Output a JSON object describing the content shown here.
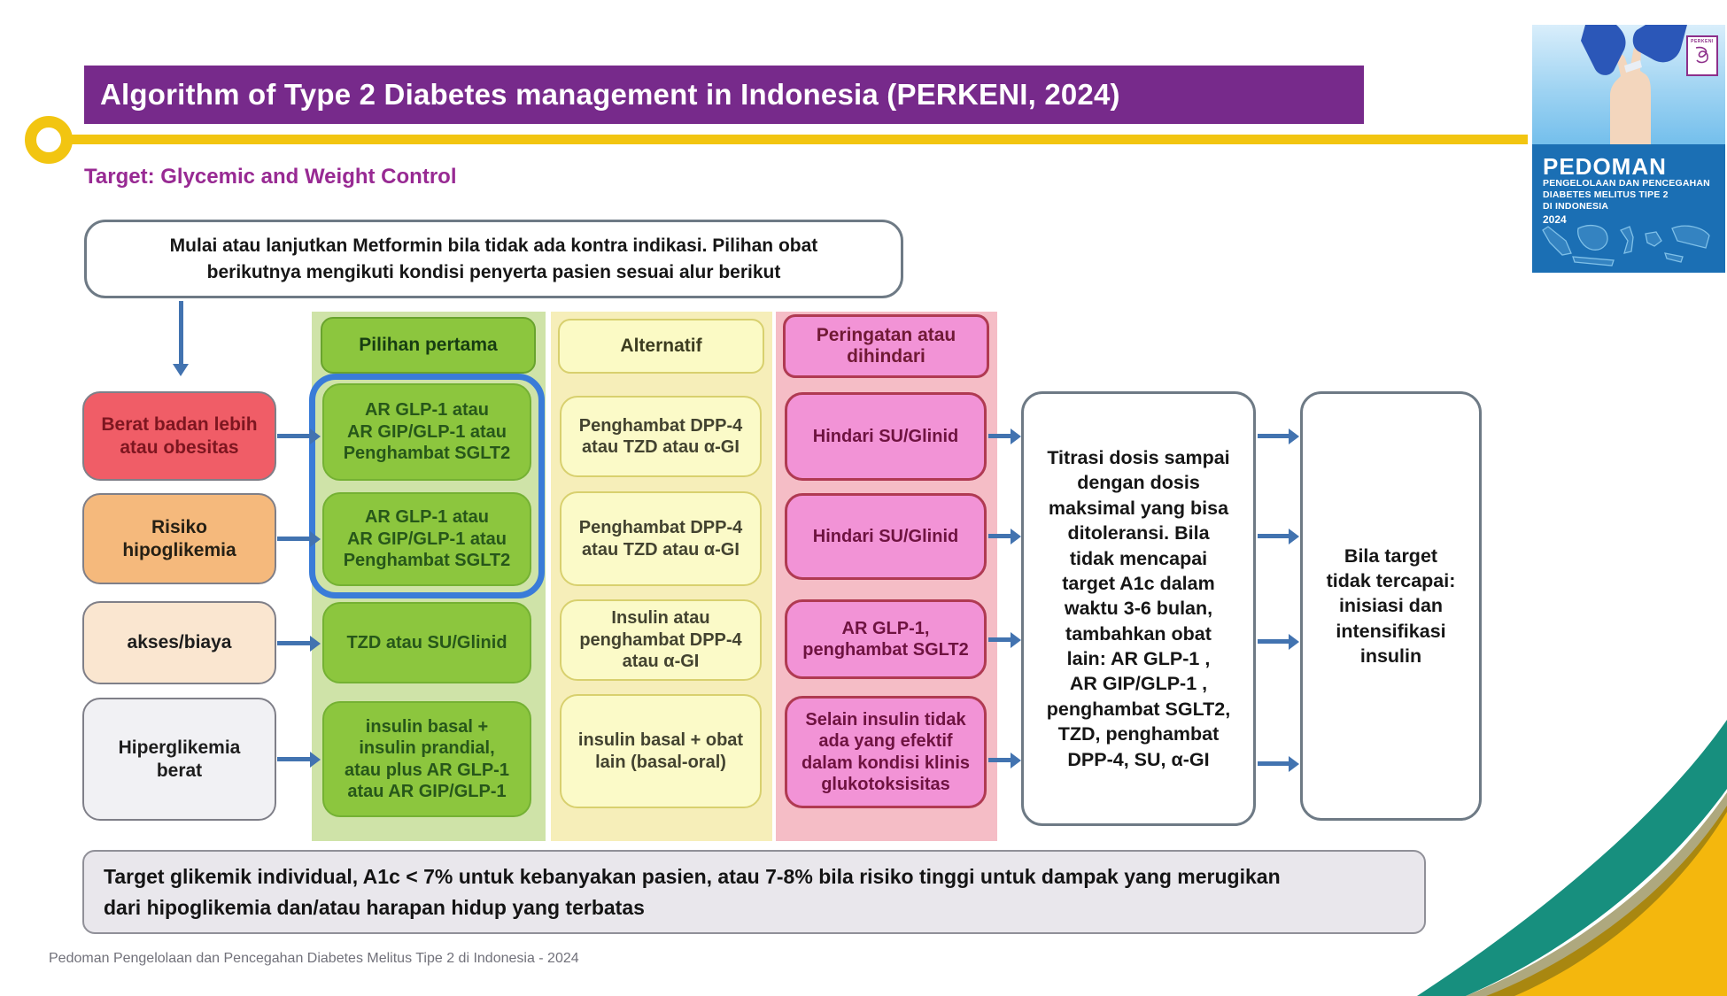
{
  "slide": {
    "title": "Algorithm of Type 2 Diabetes management in Indonesia (PERKENI, 2024)",
    "subtitle": "Target: Glycemic and Weight Control",
    "footer": "Pedoman Pengelolaan dan Pencegahan Diabetes Melitus Tipe 2 di Indonesia - 2024"
  },
  "flowchart": {
    "intro": "Mulai atau lanjutkan Metformin bila tidak ada kontra indikasi. Pilihan obat\nberikutnya mengikuti kondisi penyerta pasien  sesuai alur berikut",
    "headers": {
      "first_choice": "Pilihan pertama",
      "alternative": "Alternatif",
      "warning": "Peringatan atau\ndihindari"
    },
    "rows": [
      {
        "condition": "Berat badan lebih\natau obesitas",
        "first_choice": "AR GLP-1  atau\nAR GIP/GLP-1 atau\nPenghambat SGLT2",
        "alternative": "Penghambat DPP-4\natau TZD atau α-GI",
        "warning": "Hindari SU/Glinid"
      },
      {
        "condition": "Risiko\nhipoglikemia",
        "first_choice": "AR GLP-1 atau\nAR GIP/GLP-1 atau\nPenghambat SGLT2",
        "alternative": "Penghambat DPP-4\natau TZD atau α-GI",
        "warning": "Hindari SU/Glinid"
      },
      {
        "condition": "akses/biaya",
        "first_choice": "TZD atau SU/Glinid",
        "alternative": "Insulin atau\npenghambat DPP-4\natau α-GI",
        "warning": "AR GLP-1,\npenghambat SGLT2"
      },
      {
        "condition": "Hiperglikemia\nberat",
        "first_choice": "insulin basal +\ninsulin prandial,\natau plus AR GLP-1\natau AR GIP/GLP-1",
        "alternative": "insulin basal + obat\nlain (basal-oral)",
        "warning": "Selain insulin tidak\nada yang efektif\ndalam kondisi klinis\nglukotoksisitas"
      }
    ],
    "titration": "Titrasi dosis sampai\ndengan dosis\nmaksimal yang bisa\nditoleransi.  Bila\ntidak mencapai\ntarget A1c dalam\nwaktu 3-6 bulan,\ntambahkan obat\nlain: AR GLP-1 ,\nAR GIP/GLP-1 ,\npenghambat SGLT2,\nTZD, penghambat\nDPP-4, SU, α-GI",
    "escalation": "Bila target\ntidak tercapai:\ninisiasi dan\nintensifikasi\ninsulin",
    "note": "Target glikemik individual, A1c < 7% untuk kebanyakan pasien, atau 7-8% bila risiko tinggi untuk dampak yang merugikan\ndari hipoglikemia dan/atau harapan hidup yang terbatas"
  },
  "book_cover": {
    "logo": "PERKENI",
    "heading": "PEDOMAN",
    "line1": "PENGELOLAAN DAN PENCEGAHAN",
    "line2": "DIABETES MELITUS TIPE 2",
    "line3": "DI INDONESIA",
    "line4": "2024"
  },
  "colors": {
    "header_purple": "#772a8b",
    "accent_yellow": "#f2c511",
    "subtitle_magenta": "#982a93",
    "green_cell": "#8cc63e",
    "yellow_cell": "#fbfac8",
    "pink_cell": "#f293d6",
    "highlight_blue": "#3a7cd8",
    "arrow_blue": "#4273b0",
    "teal_decor": "#178f7e",
    "cover_blue": "#1b6fb4"
  }
}
